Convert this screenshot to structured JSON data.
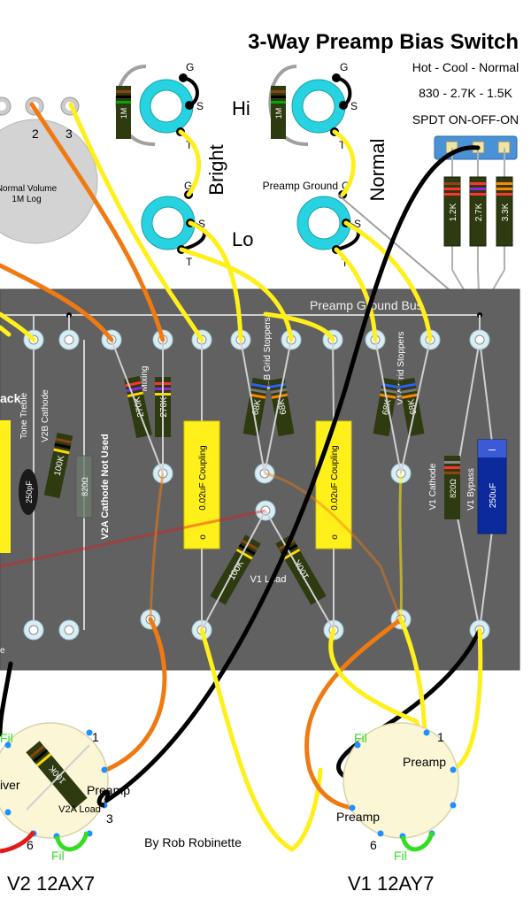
{
  "title": "3-Way Preamp Bias Switch",
  "switch": {
    "modes": "Hot - Cool - Normal",
    "values": "830 - 2.7K - 1.5K",
    "type": "SPDT ON-OFF-ON",
    "resistors": [
      "1.2K",
      "2.7K",
      "3.3K"
    ]
  },
  "pots": {
    "normal_volume": "Normal Volume",
    "normal_volume_value": "1M Log",
    "lug2": "2",
    "lug3": "3"
  },
  "jacks": {
    "hi": "Hi",
    "lo": "Lo",
    "bright": "Bright",
    "normal": "Normal",
    "preamp_ground": "Preamp Ground",
    "g": "G",
    "s": "S",
    "t": "T",
    "resistor_1m": "1M"
  },
  "board": {
    "ground_bus": "Preamp Ground Bus",
    "jack_partial": "ack",
    "tone_treble": "Tone Treble",
    "cap_250pf": "250pF",
    "v2b_cathode": "V2B Cathode",
    "r_100k": "100K",
    "r_820": "820Ω",
    "v2a_not_used": "V2A Cathode Not Used",
    "mixing": "Mixing",
    "r_270k": "270K",
    "v1b_grid": "V1B Grid Stoppers",
    "v1a_grid": "V1A Grid Stoppers",
    "r_68k": "68K",
    "coupling": "0.02uF  Coupling",
    "v1_load": "V1 Load",
    "v1_cathode": "V1 Cathode",
    "v1_bypass": "V1 Bypass",
    "cap_250uf": "250uF",
    "edge_e": "e"
  },
  "tubes": {
    "v2_label": "V2  12AX7",
    "v1_label": "V1  12AY7",
    "fil": "Fil",
    "pin1": "1",
    "pin3": "3",
    "pin6": "6",
    "preamp": "Preamp",
    "driver_partial": "iver",
    "v2a_load": "V2A Load",
    "r_100k": "100K"
  },
  "credit": "By Rob Robinette",
  "colors": {
    "board": "#616161",
    "bus": "#d0d0d0",
    "turret": "#d8eef5",
    "jack": "#27d3e0",
    "yellow": "#ffef1a",
    "orange": "#f07a12",
    "black": "#000000",
    "green": "#33dd22",
    "red": "#e21a1a",
    "switch": "#4a92d8",
    "resistor": "#2e3a10",
    "bypass_cap": "#0d2a9c"
  }
}
